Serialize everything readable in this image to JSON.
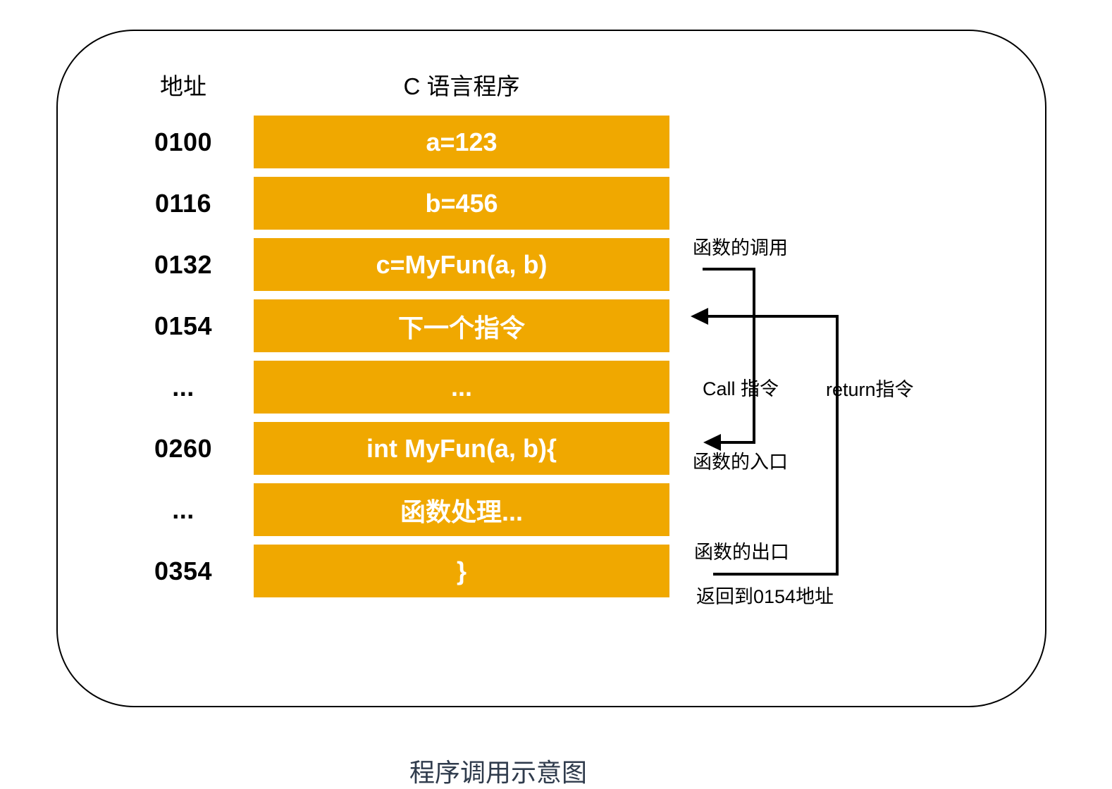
{
  "diagram": {
    "address_header": "地址",
    "program_header": "C 语言程序",
    "rows": [
      {
        "address": "0100",
        "instruction": "a=123"
      },
      {
        "address": "0116",
        "instruction": "b=456"
      },
      {
        "address": "0132",
        "instruction": "c=MyFun(a, b)"
      },
      {
        "address": "0154",
        "instruction": "下一个指令"
      },
      {
        "address": "...",
        "instruction": "..."
      },
      {
        "address": "0260",
        "instruction": "int MyFun(a, b){"
      },
      {
        "address": "...",
        "instruction": "函数处理..."
      },
      {
        "address": "0354",
        "instruction": "}"
      }
    ],
    "annotations": {
      "call_label": "函数的调用",
      "call_instruction": "Call 指令",
      "return_instruction": "return指令",
      "entry_label": "函数的入口",
      "exit_label": "函数的出口",
      "return_to_label": "返回到0154地址"
    },
    "caption": "程序调用示意图",
    "colors": {
      "bar": "#F0A800",
      "bar_text": "#FFFFFF",
      "line": "#000000",
      "caption_text": "#2F3B4C"
    }
  }
}
